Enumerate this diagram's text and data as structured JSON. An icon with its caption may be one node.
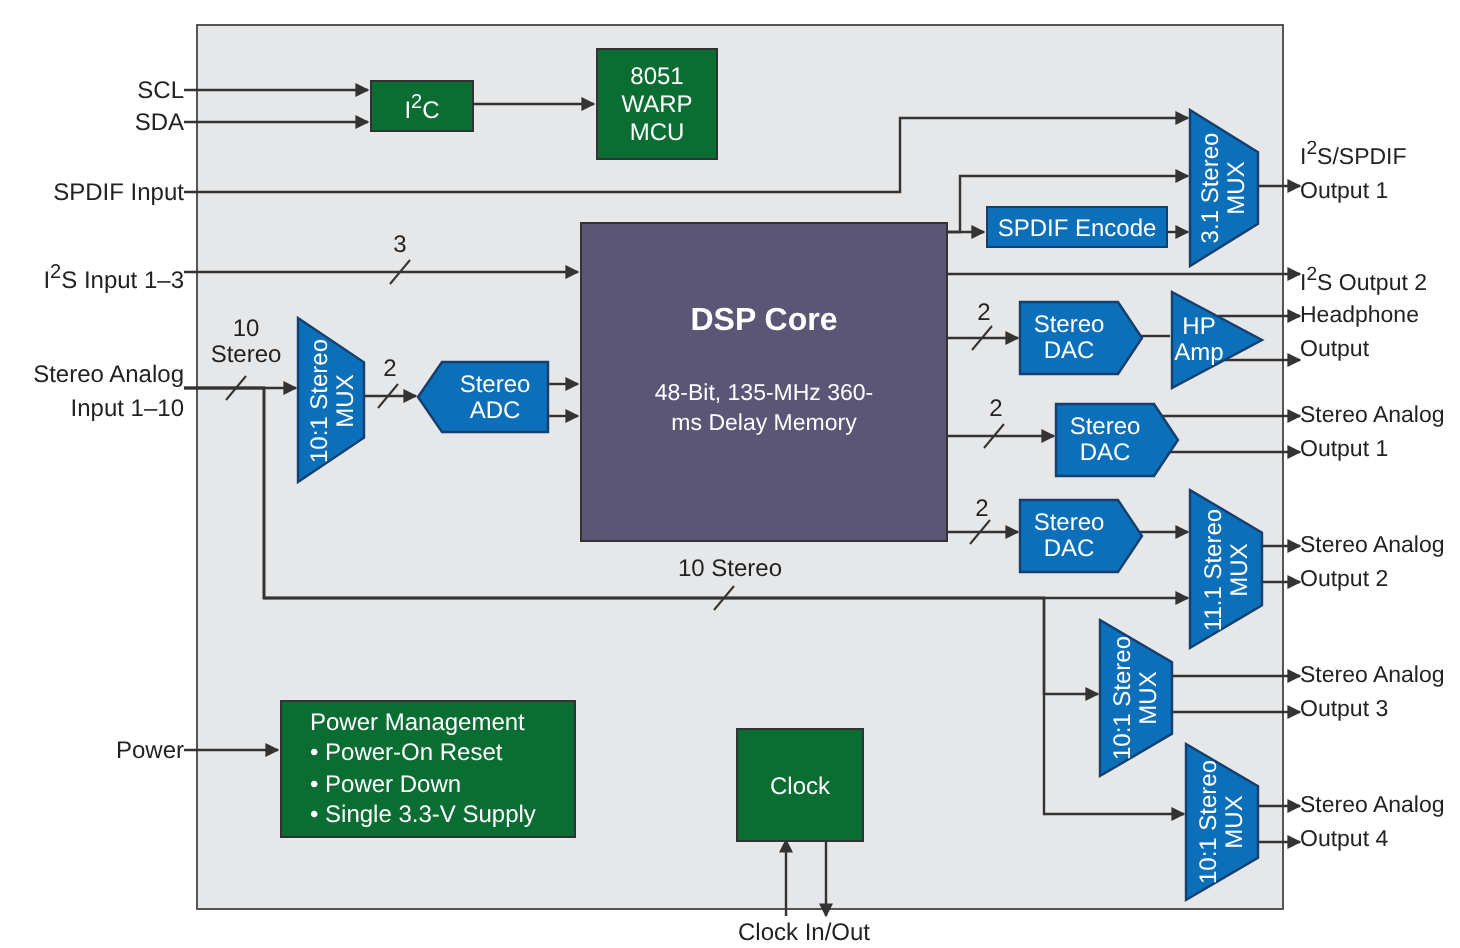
{
  "diagram": {
    "nodes": [
      {
        "text": [],
        "shape": "box"
      },
      {
        "text": [
          "SCL"
        ]
      },
      {
        "text": [
          "SDA"
        ]
      },
      {
        "text": [
          "SPDIF Input"
        ]
      },
      {
        "text": [
          "I$^{2}$S Input 1–3"
        ]
      },
      {
        "text": [
          "Stereo Analog Input 1–10"
        ]
      },
      {
        "text": [
          "Power"
        ]
      },
      {
        "text": [
          "I$^{2}$C"
        ],
        "in": 0
      },
      {
        "text": [
          "8051 WARP MCU"
        ],
        "in": 0
      },
      {
        "text": [
          "DSP Core",
          "48-Bit, 135-MHz 360-ms Delay Memory"
        ],
        "in": 0
      },
      {
        "text": [
          "SPDIF Encode"
        ],
        "in": 0
      },
      {
        "text": [
          "3.1 Stereo MUX"
        ],
        "in": 0
      },
      {
        "text": [
          "10:1 Stereo MUX"
        ],
        "in": 0
      },
      {
        "text": [
          "Stereo ADC"
        ],
        "in": 0
      },
      {
        "text": [
          "Stereo DAC"
        ],
        "in": 0
      },
      {
        "text": [
          "HP Amp"
        ],
        "in": 0
      },
      {
        "text": [
          "Stereo DAC"
        ],
        "in": 0
      },
      {
        "text": [
          "Stereo DAC"
        ],
        "in": 0
      },
      {
        "text": [
          "11.1 Stereo MUX"
        ],
        "in": 0
      },
      {
        "text": [
          "10:1 Stereo MUX"
        ],
        "in": 0
      },
      {
        "text": [
          "10:1 Stereo MUX"
        ],
        "in": 0
      },
      {
        "text": [
          "Power Management",
          "• Power-On Reset",
          "• Power Down",
          "• Single 3.3-V Supply"
        ],
        "in": 0
      },
      {
        "text": [
          "Clock"
        ],
        "in": 0
      },
      {
        "text": [
          "I$^{2}$S/SPDIF Output 1"
        ]
      },
      {
        "text": [
          "I$^{2}$S Output 2"
        ]
      },
      {
        "text": [
          "Headphone Output"
        ]
      },
      {
        "text": [
          "Stereo Analog Output 1"
        ]
      },
      {
        "text": [
          "Stereo Analog Output 2"
        ]
      },
      {
        "text": [
          "Stereo Analog Output 3"
        ]
      },
      {
        "text": [
          "Stereo Analog Output 4"
        ]
      },
      {
        "text": [
          "Clock In/Out"
        ]
      }
    ],
    "edges": [
      {
        "from": 1,
        "to": 7,
        "arrow": "to"
      },
      {
        "from": 2,
        "to": 7,
        "arrow": "to"
      },
      {
        "from": 7,
        "to": 8,
        "arrow": "to"
      },
      {
        "from": 3,
        "to": 11,
        "arrow": "to"
      },
      {
        "from": 4,
        "to": 9,
        "arrow": "to",
        "label": "3"
      },
      {
        "from": 5,
        "to": 12,
        "arrow": "to",
        "label": "10 Stereo"
      },
      {
        "from": 5,
        "to": 18,
        "arrow": "to",
        "label": "10 Stereo"
      },
      {
        "from": 5,
        "to": 19,
        "arrow": "to"
      },
      {
        "from": 5,
        "to": 20,
        "arrow": "to"
      },
      {
        "from": 12,
        "to": 13,
        "arrow": "to",
        "label": "2"
      },
      {
        "from": 13,
        "to": 9,
        "arrow": "to"
      },
      {
        "from": 13,
        "to": 9,
        "arrow": "to"
      },
      {
        "from": 9,
        "to": 10,
        "arrow": "to"
      },
      {
        "from": 9,
        "to": 11,
        "arrow": "to"
      },
      {
        "from": 10,
        "to": 11,
        "arrow": "to"
      },
      {
        "from": 11,
        "to": 23,
        "arrow": "to"
      },
      {
        "from": 9,
        "to": 24,
        "arrow": "to"
      },
      {
        "from": 9,
        "to": 14,
        "arrow": "to",
        "label": "2"
      },
      {
        "from": 14,
        "to": 15,
        "arrow": "none"
      },
      {
        "from": 15,
        "to": 25,
        "arrow": "to"
      },
      {
        "from": 15,
        "to": 25,
        "arrow": "to"
      },
      {
        "from": 9,
        "to": 16,
        "arrow": "to",
        "label": "2"
      },
      {
        "from": 16,
        "to": 26,
        "arrow": "to"
      },
      {
        "from": 16,
        "to": 26,
        "arrow": "to"
      },
      {
        "from": 9,
        "to": 17,
        "arrow": "to",
        "label": "2"
      },
      {
        "from": 17,
        "to": 18,
        "arrow": "to"
      },
      {
        "from": 18,
        "to": 27,
        "arrow": "to"
      },
      {
        "from": 18,
        "to": 27,
        "arrow": "to"
      },
      {
        "from": 19,
        "to": 28,
        "arrow": "to"
      },
      {
        "from": 19,
        "to": 28,
        "arrow": "to"
      },
      {
        "from": 20,
        "to": 29,
        "arrow": "to"
      },
      {
        "from": 20,
        "to": 29,
        "arrow": "to"
      },
      {
        "from": 6,
        "to": 21,
        "arrow": "to"
      },
      {
        "from": 30,
        "to": 22,
        "arrow": "to"
      },
      {
        "from": 22,
        "to": 30,
        "arrow": "to"
      }
    ]
  }
}
